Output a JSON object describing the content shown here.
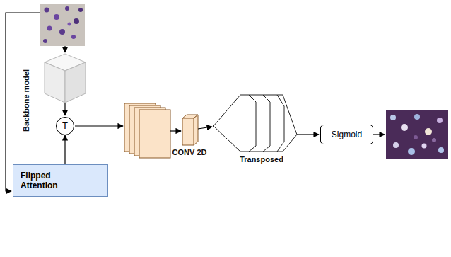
{
  "diagram": {
    "nodes": [
      {
        "text": [
          "T"
        ]
      },
      {
        "text": [
          "Flipped Attention"
        ]
      },
      {
        "text": [
          "Sigmoid"
        ]
      }
    ],
    "edges": [
      {
        "from": 1,
        "to": 0,
        "arrow": "to"
      }
    ],
    "labels": [
      "Backbone model",
      "CONV 2D",
      "Transposed"
    ]
  }
}
